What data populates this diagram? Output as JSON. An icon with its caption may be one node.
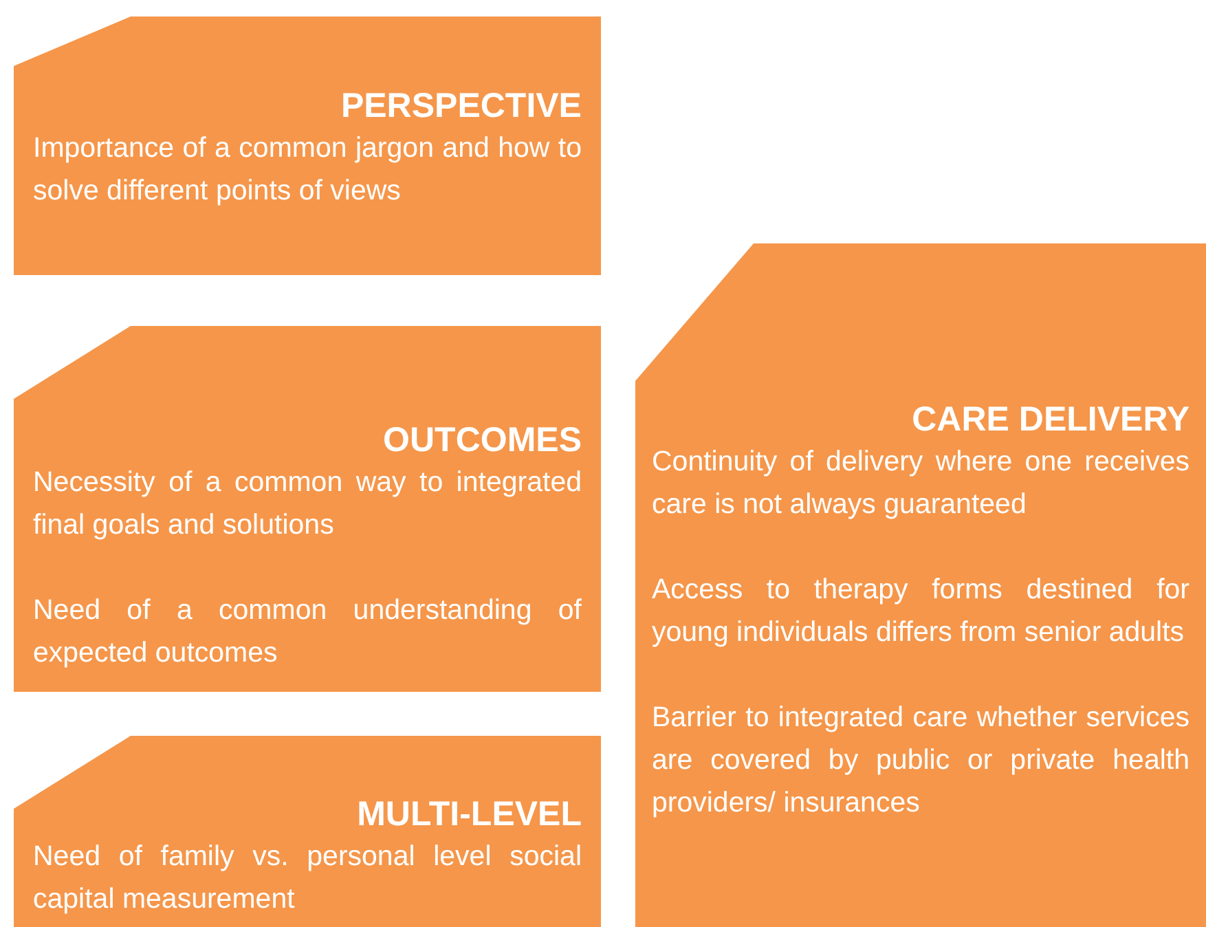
{
  "diagram": {
    "nodes": [
      {
        "text": [
          "PERSPECTIVE",
          "Importance of a common jargon and how to solve different points of views"
        ]
      },
      {
        "text": [
          "OUTCOMES",
          "Necessity of a common way to integrated final goals and solutions",
          "Need of a common understanding of expected outcomes"
        ]
      },
      {
        "text": [
          "MULTI-LEVEL",
          "Need of family vs. personal level social capital measurement"
        ]
      },
      {
        "text": [
          "CARE DELIVERY",
          "Continuity of delivery where one receives care is not always guaranteed",
          "Access to therapy forms destined for young individuals differs from senior adults",
          "Barrier to integrated care whether services are covered by public or private health providers/ insurances"
        ]
      }
    ]
  }
}
